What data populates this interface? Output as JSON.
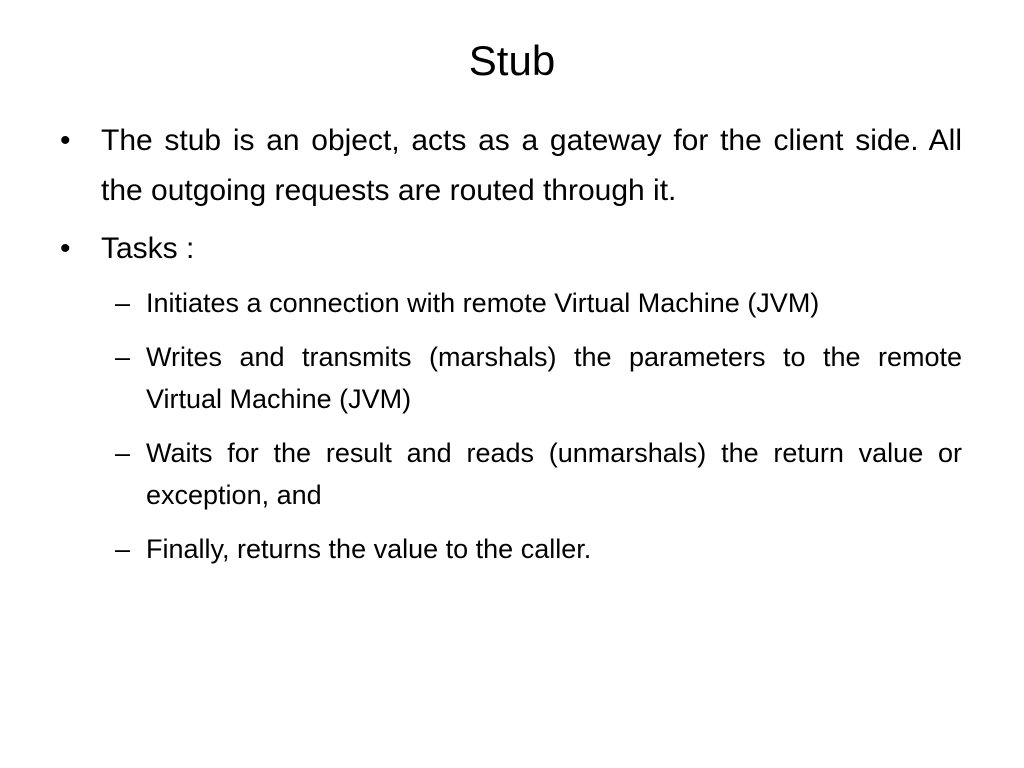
{
  "slide": {
    "title": "Stub",
    "bullets": [
      {
        "marker": "•",
        "text": "The stub is an object, acts as a gateway for the client side. All the outgoing requests are routed through it."
      },
      {
        "marker": "•",
        "text": "Tasks :"
      }
    ],
    "tasks": [
      {
        "marker": "–",
        "text": "Initiates a connection with remote Virtual Machine (JVM)"
      },
      {
        "marker": "–",
        "text": "Writes and transmits (marshals) the parameters to the remote Virtual Machine (JVM)"
      },
      {
        "marker": "–",
        "text": "Waits for the result and reads (unmarshals) the return value or exception, and"
      },
      {
        "marker": "–",
        "text": "Finally, returns the value to the caller."
      }
    ]
  }
}
